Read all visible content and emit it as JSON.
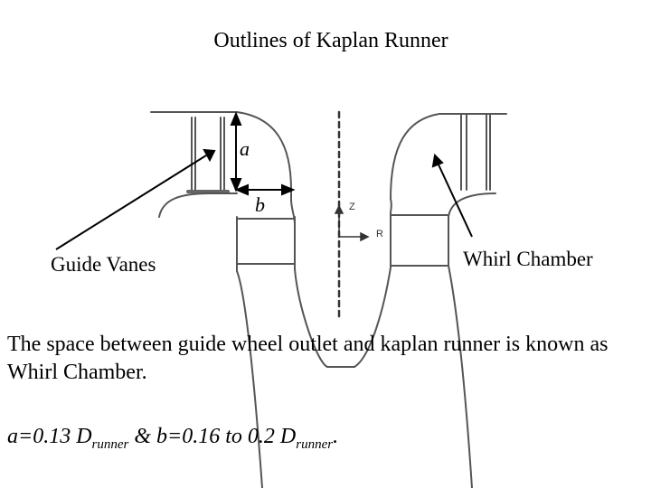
{
  "title": "Outlines of Kaplan Runner",
  "labels": {
    "guide_vanes": "Guide Vanes",
    "whirl_chamber": "Whirl Chamber",
    "dim_a": "a",
    "dim_b": "b",
    "axis_z": "Z",
    "axis_r": "R"
  },
  "description": "The space between guide wheel outlet and kaplan runner is known as Whirl Chamber.",
  "formula": {
    "a_part": "a=0.13 D",
    "a_sub": "runner",
    "b_part": " & b=0.16 to 0.2 D",
    "b_sub": "runner",
    "end": "."
  }
}
